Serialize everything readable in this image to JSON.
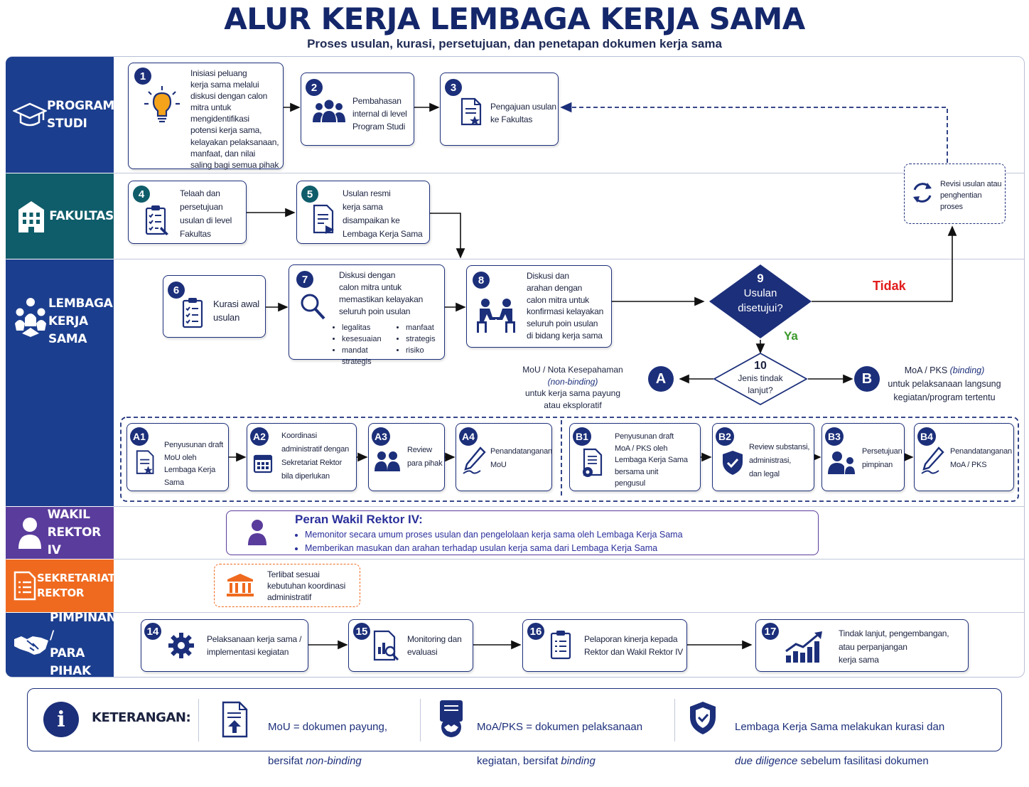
{
  "title": "ALUR KERJA LEMBAGA KERJA SAMA",
  "subtitle": "Proses usulan, kurasi, persetujuan, dan penetapan dokumen kerja sama",
  "colors": {
    "navy": "#1c2f7a",
    "lane_blue": "#1c3e8e",
    "teal": "#0f5d6a",
    "purple": "#5a3c9c",
    "orange": "#ef6a1f",
    "red": "#e21b1b",
    "green": "#3a9a2a"
  },
  "lanes": {
    "prodi": "PROGRAM\nSTUDI",
    "fakultas": "FAKULTAS",
    "lembaga": "LEMBAGA\nKERJA SAMA",
    "wakil": "WAKIL\nREKTOR IV",
    "sekretariat": "SEKRETARIAT\nREKTOR",
    "pimpinan": "PIMPINAN /\nPARA PIHAK"
  },
  "steps": {
    "s1": {
      "num": "1",
      "text": "Inisiasi peluang\nkerja sama melalui\ndiskusi dengan calon\nmitra untuk\nmengidentifikasi\npotensi kerja sama,\nkelayakan pelaksanaan,\nmanfaat, dan nilai\nsaling bagi semua pihak",
      "icon": "lightbulb-icon"
    },
    "s2": {
      "num": "2",
      "text": "Pembahasan\ninternal di level\nProgram Studi",
      "icon": "group-icon"
    },
    "s3": {
      "num": "3",
      "text": "Pengajuan usulan\nke Fakultas",
      "icon": "document-star-icon"
    },
    "s4": {
      "num": "4",
      "text": "Telaah dan\npersetujuan\nusulan di level\nFakultas",
      "icon": "checklist-icon"
    },
    "s5": {
      "num": "5",
      "text": "Usulan resmi\nkerja sama\ndisampaikan ke\nLembaga Kerja Sama",
      "icon": "document-send-icon"
    },
    "s6": {
      "num": "6",
      "text": "Kurasi awal\nusulan",
      "icon": "checklist-icon"
    },
    "s7": {
      "num": "7",
      "text": "Diskusi dengan\ncalon mitra untuk\nmemastikan kelayakan\nseluruh poin usulan",
      "icon": "magnifier-icon",
      "bullets_left": [
        "legalitas",
        "kesesuaian",
        "mandat strategis"
      ],
      "bullets_right": [
        "manfaat",
        "strategis",
        "risiko"
      ]
    },
    "s8": {
      "num": "8",
      "text": "Diskusi dan\narahan dengan\ncalon mitra untuk\nkonfirmasi kelayakan\nseluruh poin usulan\ndi bidang kerja sama",
      "icon": "meeting-icon"
    },
    "s9": {
      "num": "9",
      "text": "Usulan\ndisetujui?"
    },
    "s10": {
      "num": "10",
      "text": "Jenis tindak\nlanjut?"
    },
    "revisi": {
      "text": "Revisi usulan atau\npenghentian\nproses",
      "icon": "refresh-icon"
    },
    "tidak": "Tidak",
    "ya": "Ya",
    "a_label": "A",
    "b_label": "B",
    "a_desc": {
      "l1": "MoU / Nota Kesepahaman",
      "l2": "(non-binding)",
      "l3": "untuk kerja sama payung\natau eksploratif"
    },
    "b_desc": {
      "l1": "MoA / PKS ",
      "l1b": "(binding)",
      "l2": "untuk pelaksanaan langsung\nkegiatan/program tertentu"
    },
    "a1": {
      "num": "A1",
      "text": "Penyusunan draft\nMoU oleh\nLembaga Kerja Sama",
      "icon": "document-star-icon"
    },
    "a2": {
      "num": "A2",
      "text": "Koordinasi\nadministratif dengan\nSekretariat Rektor\nbila diperlukan",
      "icon": "calendar-icon"
    },
    "a3": {
      "num": "A3",
      "text": "Review\npara pihak",
      "icon": "people-icon"
    },
    "a4": {
      "num": "A4",
      "text": "Penandatanganan\nMoU",
      "icon": "pen-icon"
    },
    "b1": {
      "num": "B1",
      "text": "Penyusunan draft\nMoA / PKS oleh\nLembaga Kerja Sama\nbersama unit\npengusul",
      "icon": "document-gear-icon"
    },
    "b2": {
      "num": "B2",
      "text": "Review substansi,\nadministrasi,\ndan legal",
      "icon": "shield-check-icon"
    },
    "b3": {
      "num": "B3",
      "text": "Persetujuan\npimpinan",
      "icon": "leader-icon"
    },
    "b4": {
      "num": "B4",
      "text": "Penandatanganan\nMoA / PKS",
      "icon": "pen-icon"
    },
    "s14": {
      "num": "14",
      "text": "Pelaksanaan kerja sama /\nimplementasi kegiatan",
      "icon": "gear-icon"
    },
    "s15": {
      "num": "15",
      "text": "Monitoring dan\nevaluasi",
      "icon": "report-search-icon"
    },
    "s16": {
      "num": "16",
      "text": "Pelaporan kinerja kepada\nRektor dan Wakil Rektor IV",
      "icon": "clipboard-icon"
    },
    "s17": {
      "num": "17",
      "text": "Tindak lanjut, pengembangan,\natau perpanjangan\nkerja sama",
      "icon": "growth-chart-icon"
    }
  },
  "wakil_role": {
    "title": "Peran Wakil Rektor IV:",
    "items": [
      "Memonitor secara umum proses usulan dan pengelolaan kerja sama oleh Lembaga Kerja Sama",
      "Memberikan masukan dan arahan terhadap usulan kerja sama dari Lembaga Kerja Sama"
    ]
  },
  "sekretariat_note": "Terlibat sesuai\nkebutuhan koordinasi\nadministratif",
  "legend": {
    "title": "KETERANGAN:",
    "mou_1": "MoU = dokumen payung,",
    "mou_2": "bersifat ",
    "mou_2i": "non-binding",
    "moa_1": "MoA/PKS = dokumen pelaksanaan",
    "moa_2": "kegiatan, bersifat ",
    "moa_2i": "binding",
    "lks_1": "Lembaga Kerja Sama melakukan kurasi dan",
    "lks_2i": "due diligence",
    "lks_2": " sebelum fasilitasi dokumen"
  }
}
